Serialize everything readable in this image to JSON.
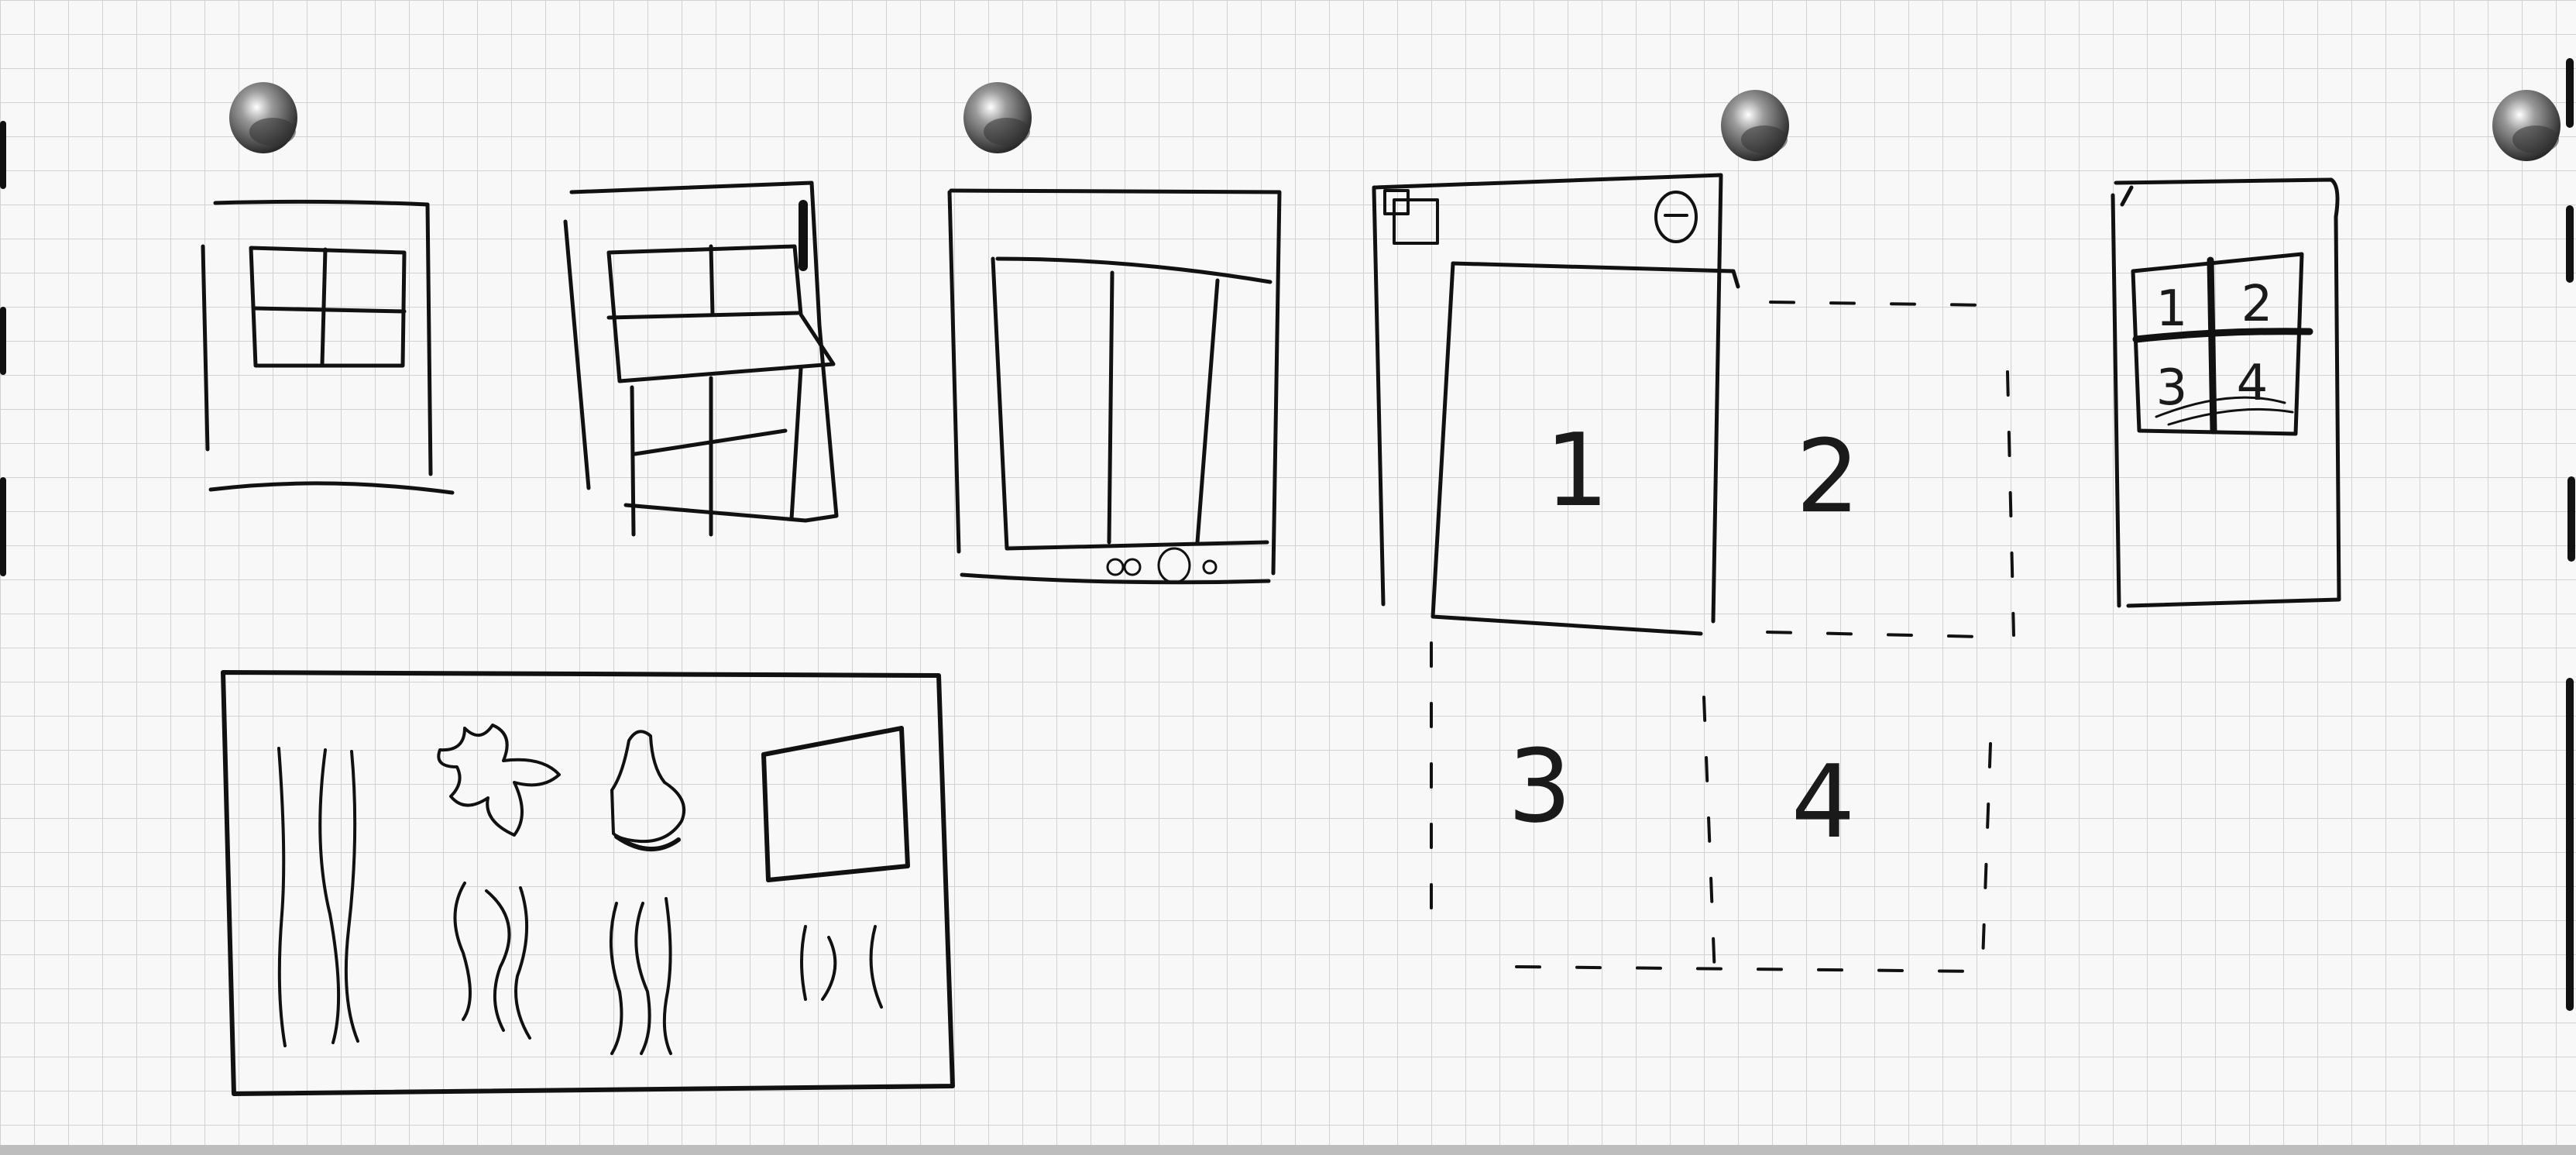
{
  "sheet": {
    "paper_color": "#f8f8f8",
    "grid_color": "#c9c9c9",
    "ink_color": "#111111",
    "pin_color": "#6b6b6b"
  },
  "sketch_tablet_split": {
    "numbers": [
      "1",
      "2",
      "3",
      "4"
    ]
  },
  "sketch_small_grid": {
    "numbers": [
      "1",
      "2",
      "3",
      "4"
    ]
  },
  "icons": [
    "pushpin-icon",
    "minus-icon",
    "window-stack-icon",
    "home-button-icon"
  ]
}
